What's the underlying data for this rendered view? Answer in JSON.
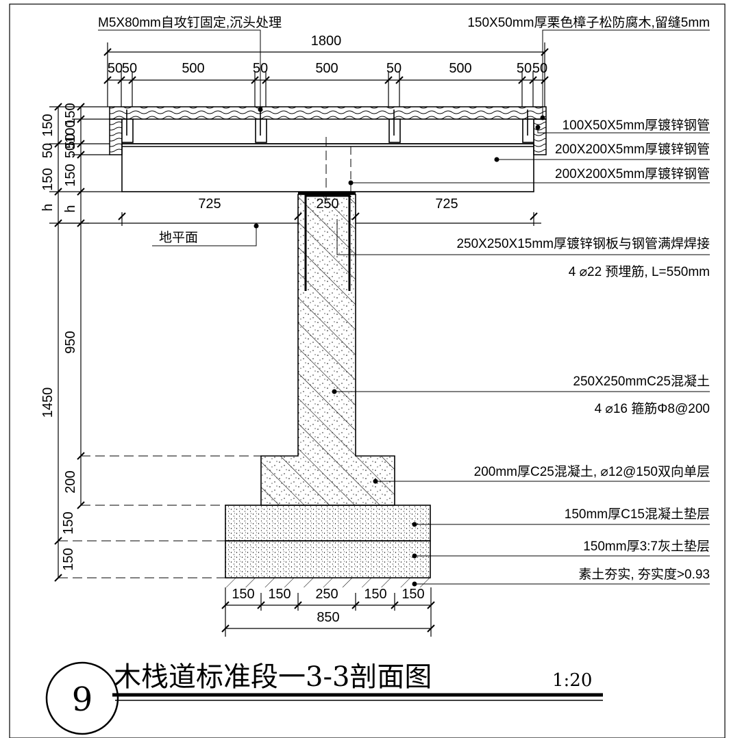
{
  "drawing": {
    "title": "木栈道标准段一3-3剖面图",
    "scale": "1:20",
    "detail_number": "9"
  },
  "callouts": {
    "screw": "M5X80mm自攻钉固定,沉头处理",
    "decking": "150X50mm厚栗色樟子松防腐木,留缝5mm",
    "joist": "100X50X5mm厚镀锌钢管",
    "beam1": "200X200X5mm厚镀锌钢管",
    "beam2": "200X200X5mm厚镀锌钢管",
    "plate": "250X250X15mm厚镀锌钢板与钢管满焊焊接",
    "anchor": "4 ⌀22 预埋筋, L=550mm",
    "column": "250X250mmC25混凝土",
    "column_rebar": "4 ⌀16 箍筋Φ8@200",
    "footing": "200mm厚C25混凝土, ⌀12@150双向单层",
    "cushion": "150mm厚C15混凝土垫层",
    "lime_soil": "150mm厚3:7灰土垫层",
    "subgrade": "素土夯实, 夯实度>0.93",
    "ground": "地平面"
  },
  "dimensions": {
    "top_total": "1800",
    "top_segments": [
      "50",
      "50",
      "500",
      "50",
      "500",
      "50",
      "500",
      "50",
      "50"
    ],
    "mid": [
      "725",
      "250",
      "725"
    ],
    "bottom_segments": [
      "150",
      "150",
      "250",
      "150",
      "150"
    ],
    "bottom_total": "850",
    "left_outer": [
      "150",
      "50",
      "150",
      "h",
      "1450",
      "150",
      "150"
    ],
    "left_inner": [
      "150",
      "100",
      "50",
      "50",
      "150",
      "h",
      "950",
      "200"
    ]
  }
}
